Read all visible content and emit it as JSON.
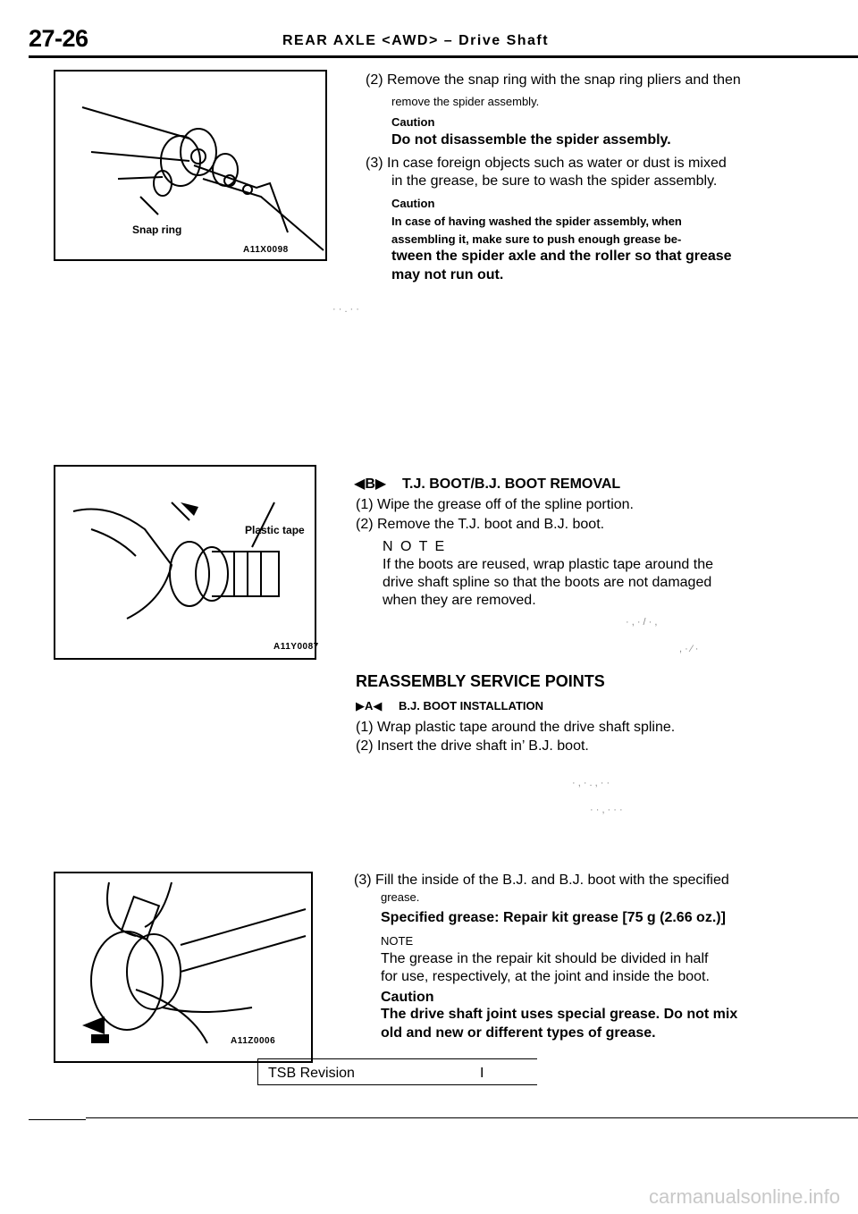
{
  "header": {
    "page_number": "27-26",
    "title": "REAR AXLE <AWD> – Drive Shaft"
  },
  "figures": [
    {
      "label": "Snap ring",
      "code": "A11X0098"
    },
    {
      "label": "Plastic tape",
      "code": "A11Y0087"
    },
    {
      "label": "",
      "code": "A11Z0006"
    }
  ],
  "section1": {
    "step2_line1": "(2) Remove the snap ring with the snap ring pliers and then",
    "step2_line2": "remove the spider assembly.",
    "caution1_title": "Caution",
    "caution1_text": "Do not disassemble the spider assembly.",
    "step3_line1": "(3) In case foreign objects such as water or dust is mixed",
    "step3_line2": "in the grease, be sure to wash the spider assembly.",
    "caution2_title": "Caution",
    "caution2_line1": "In case of having washed the spider assembly, when",
    "caution2_line2": "assembling it, make sure to push enough grease be-",
    "caution2_line3": "tween the spider axle and the roller so that grease",
    "caution2_line4": "may not run out."
  },
  "section2": {
    "marker": "B",
    "heading": "T.J. BOOT/B.J. BOOT REMOVAL",
    "step1": "(1) Wipe the grease off of the spline portion.",
    "step2": "(2) Remove the T.J. boot and B.J. boot.",
    "note_title": "N O T E",
    "note_line1": "If the boots are reused, wrap plastic tape around the",
    "note_line2": "drive shaft spline so that the boots are not damaged",
    "note_line3": "when they are removed."
  },
  "section3": {
    "heading": "REASSEMBLY SERVICE POINTS",
    "marker": "A",
    "subheading": "B.J. BOOT INSTALLATION",
    "step1": "(1) Wrap plastic tape around the drive shaft spline.",
    "step2": "(2) Insert the drive shaft in’ B.J. boot.",
    "step3_line1": "(3) Fill the inside of the B.J. and B.J. boot with the specified",
    "step3_line2": "grease.",
    "spec": "Specified grease: Repair kit grease [75 g (2.66 oz.)]",
    "note_title": "NOTE",
    "note_line1": "The grease in the repair kit should be divided in half",
    "note_line2": "for use, respectively, at the joint and inside the boot.",
    "caution_title": "Caution",
    "caution_line1": "The drive shaft joint uses special grease. Do not mix",
    "caution_line2": "old and new or different types of grease."
  },
  "footer": {
    "label": "TSB Revision",
    "revision": "I"
  },
  "watermark": "carmanualsonline.info"
}
